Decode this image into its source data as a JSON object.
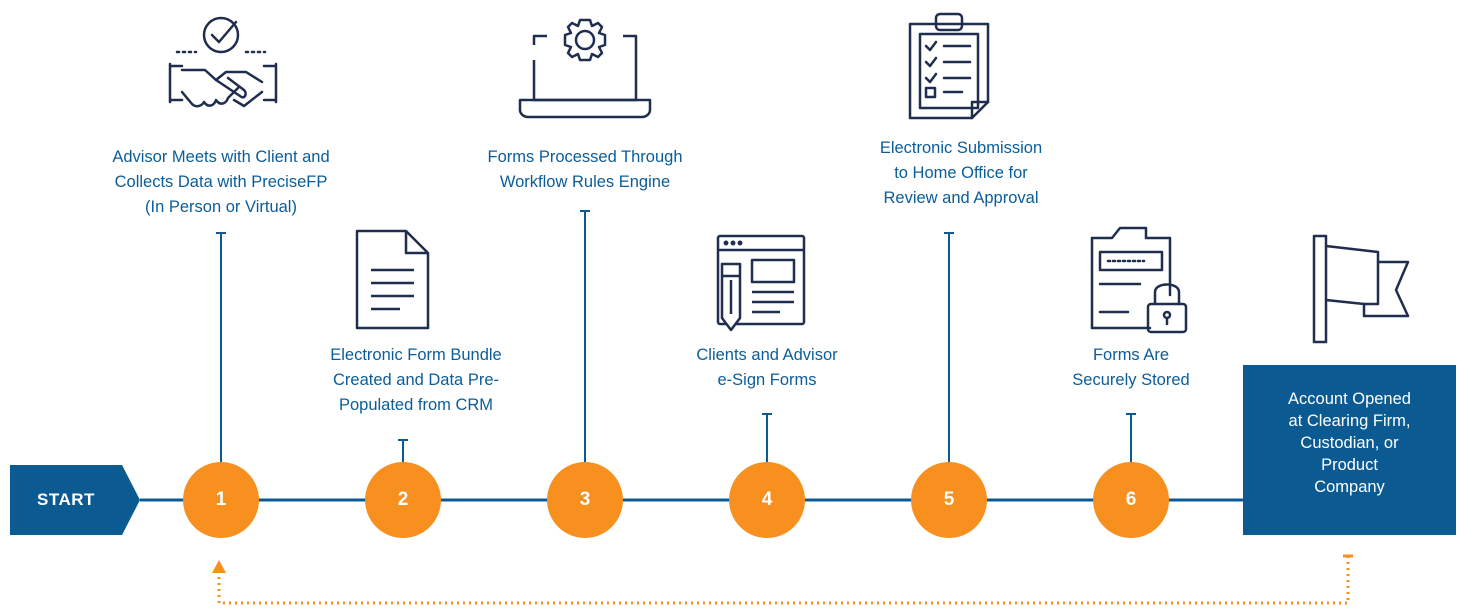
{
  "start_label": "START",
  "steps": [
    {
      "number": "1",
      "label": "Advisor Meets with Client and\nCollects Data with PreciseFP\n(In Person or Virtual)",
      "icon": "handshake-check-icon"
    },
    {
      "number": "2",
      "label": "Electronic Form Bundle\nCreated and Data Pre-\nPopulated from CRM",
      "icon": "document-icon"
    },
    {
      "number": "3",
      "label": "Forms Processed Through\nWorkflow Rules Engine",
      "icon": "laptop-gear-icon"
    },
    {
      "number": "4",
      "label": "Clients and Advisor\ne-Sign Forms",
      "icon": "web-form-pen-icon"
    },
    {
      "number": "5",
      "label": "Electronic Submission\nto Home Office for\nReview and Approval",
      "icon": "clipboard-checklist-icon"
    },
    {
      "number": "6",
      "label": "Forms Are\nSecurely Stored",
      "icon": "folder-lock-icon"
    }
  ],
  "end_label": "Account Opened\nat Clearing Firm,\nCustodian, or\nProduct\nCompany",
  "end_icon": "flag-icon",
  "colors": {
    "navy": "#0b5a91",
    "orange": "#f7901e",
    "icon": "#1f2d4e",
    "text": "#0b5d9a"
  }
}
